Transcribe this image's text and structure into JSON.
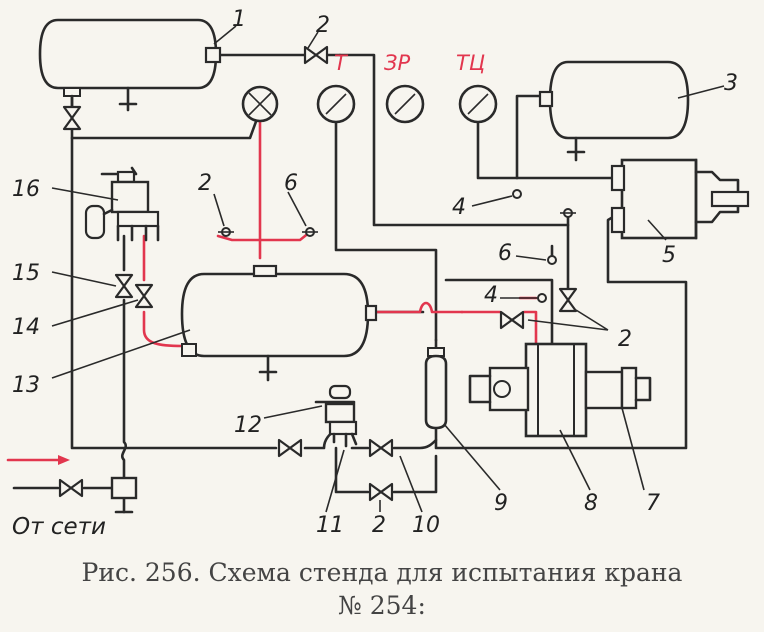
{
  "components": [
    {
      "id": "1",
      "label": "1"
    },
    {
      "id": "2",
      "label": "2"
    },
    {
      "id": "3",
      "label": "3"
    },
    {
      "id": "4",
      "label": "4"
    },
    {
      "id": "5",
      "label": "5"
    },
    {
      "id": "6",
      "label": "6"
    },
    {
      "id": "7",
      "label": "7"
    },
    {
      "id": "8",
      "label": "8"
    },
    {
      "id": "9",
      "label": "9"
    },
    {
      "id": "10",
      "label": "10"
    },
    {
      "id": "11",
      "label": "11"
    },
    {
      "id": "12",
      "label": "12"
    },
    {
      "id": "13",
      "label": "13"
    },
    {
      "id": "14",
      "label": "14"
    },
    {
      "id": "15",
      "label": "15"
    },
    {
      "id": "16",
      "label": "16"
    }
  ],
  "gauges": {
    "t": "Т",
    "zr": "ЗР",
    "tc": "ТЦ"
  },
  "source_label": "От сети",
  "caption": {
    "line1": "Рис. 256. Схема стенда для испытания крана",
    "line2": "№ 254:"
  },
  "colors": {
    "lines": "#2a2a2a",
    "highlight": "#e2364e",
    "background": "#f7f5ef"
  }
}
